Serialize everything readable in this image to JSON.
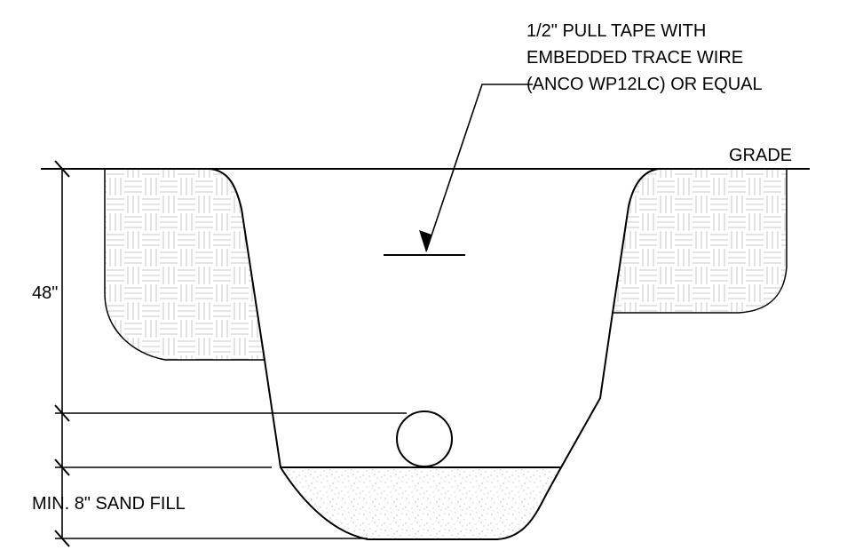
{
  "callout": {
    "line1": "1/2\" PULL TAPE WITH",
    "line2": "EMBEDDED TRACE WIRE",
    "line3": "(ANCO WP12LC) OR EQUAL"
  },
  "labels": {
    "grade": "GRADE",
    "depth": "48\"",
    "sand_fill": "MIN. 8\" SAND FILL"
  }
}
